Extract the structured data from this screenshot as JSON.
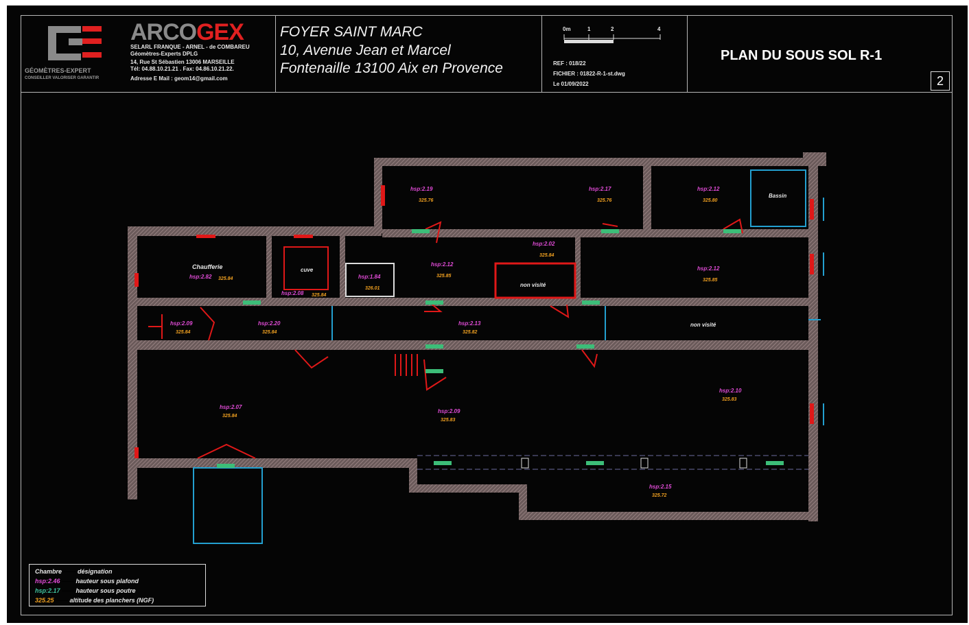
{
  "company": {
    "name_part1": "ARCO",
    "name_part2": "GEX",
    "line1": "SELARL FRANQUE - ARNEL - de COMBAREU",
    "line2": "Géomètres-Experts DPLG",
    "line3": "14, Rue St Sébastien 13006 MARSEILLE",
    "line4": "Tél: 04.88.10.21.21 . Fax: 04.86.10.21.22.",
    "line5": "Adresse E Mail : geom14@gmail.com",
    "logo_caption1": "GÉOMÈTRES-EXPERT",
    "logo_caption2": "CONSEILLER VALORISER GARANTIR"
  },
  "project": {
    "line1": "FOYER SAINT MARC",
    "line2": "10, Avenue Jean et Marcel",
    "line3": "Fontenaille 13100 Aix en Provence"
  },
  "scale": {
    "labels": [
      "0m",
      "1",
      "2",
      "4"
    ],
    "ref": "REF : 018/22",
    "fichier": "FICHIER : 01822-R-1-st.dwg",
    "date": "Le 01/09/2022"
  },
  "sheet": {
    "title": "PLAN DU SOUS SOL  R-1",
    "page": "2"
  },
  "rooms": [
    {
      "name": "hsp:2.19",
      "alt": "325.76"
    },
    {
      "name": "hsp:2.17",
      "alt": "325.76"
    },
    {
      "name": "hsp:2.12",
      "alt": "325.80"
    },
    {
      "name": "Bassin",
      "alt": ""
    },
    {
      "name": "Chaufferie",
      "alt": ""
    },
    {
      "name": "hsp:2.82",
      "alt": "325.84"
    },
    {
      "name": "cuve",
      "alt": ""
    },
    {
      "name": "hsp:2.08",
      "alt": "325.84"
    },
    {
      "name": "hsp:1.84",
      "alt": "326.01"
    },
    {
      "name": "hsp:2.12",
      "alt": "325.85"
    },
    {
      "name": "hsp:2.02",
      "alt": "325.84"
    },
    {
      "name": "non visité",
      "alt": ""
    },
    {
      "name": "hsp:2.12",
      "alt": "325.85"
    },
    {
      "name": "hsp:2.09",
      "alt": "325.84"
    },
    {
      "name": "hsp:2.20",
      "alt": "325.84"
    },
    {
      "name": "hsp:2.13",
      "alt": "325.82"
    },
    {
      "name": "non visité",
      "alt": ""
    },
    {
      "name": "hsp:2.07",
      "alt": "325.84"
    },
    {
      "name": "hsp:2.09",
      "alt": "325.83"
    },
    {
      "name": "hsp:2.10",
      "alt": "325.83"
    },
    {
      "name": "hsp:2.15",
      "alt": "325.72"
    }
  ],
  "legend": [
    {
      "key": "Chambre",
      "desc": "désignation",
      "color": "#e8e8e8"
    },
    {
      "key": "hsp:2.46",
      "desc": "hauteur sous plafond",
      "color": "#e04bd6"
    },
    {
      "key": "hsp:2.17",
      "desc": "hauteur sous poutre",
      "color": "#40c4a0"
    },
    {
      "key": "325.25",
      "desc": "altitude des planchers (NGF)",
      "color": "#f0a020"
    }
  ],
  "colors": {
    "background": "#050505",
    "wall": "#8a7070",
    "door": "#e01818",
    "window": "#23a0d0",
    "label_room": "#e04bd6",
    "label_alt": "#f0a020",
    "beam": "#3cbd78",
    "brand_red": "#e02020"
  }
}
